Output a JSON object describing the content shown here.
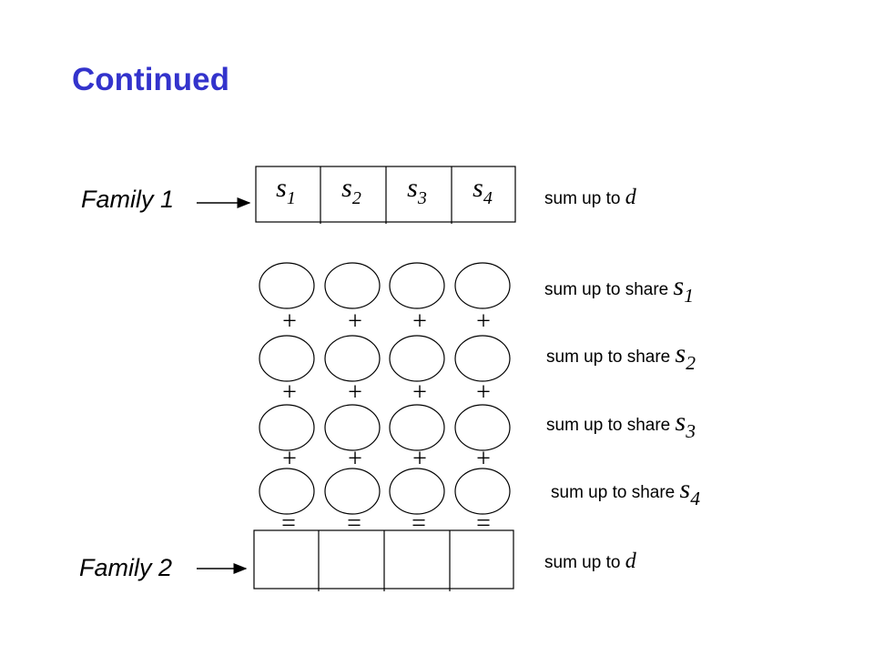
{
  "title": "Continued",
  "family1": {
    "label": "Family 1"
  },
  "family2": {
    "label": "Family 2"
  },
  "share_symbols": [
    {
      "base": "s",
      "sub": "1"
    },
    {
      "base": "s",
      "sub": "2"
    },
    {
      "base": "s",
      "sub": "3"
    },
    {
      "base": "s",
      "sub": "4"
    }
  ],
  "notes": {
    "family1": {
      "prefix": "sum up to ",
      "symbol": "d"
    },
    "family2": {
      "prefix": "sum up to ",
      "symbol": "d"
    },
    "rows": [
      {
        "prefix": "sum up to share ",
        "base": "s",
        "sub": "1"
      },
      {
        "prefix": "sum up to share ",
        "base": "s",
        "sub": "2"
      },
      {
        "prefix": "sum up to share ",
        "base": "s",
        "sub": "3"
      },
      {
        "prefix": "sum up to share ",
        "base": "s",
        "sub": "4"
      }
    ]
  },
  "operators": {
    "plus": "+",
    "equals": "="
  }
}
